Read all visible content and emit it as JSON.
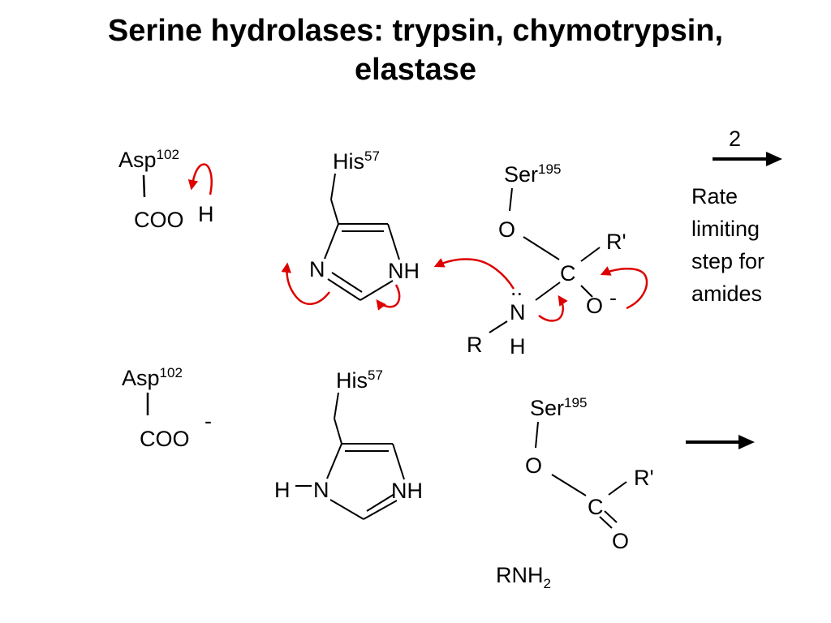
{
  "title": {
    "line1": "Serine hydrolases: trypsin, chymotrypsin,",
    "line2": "elastase"
  },
  "top": {
    "asp": {
      "name": "Asp",
      "num": "102",
      "group": "COO",
      "h": "H"
    },
    "his": {
      "name": "His",
      "num": "57",
      "n_left": "N",
      "n_right": "NH"
    },
    "tetrahedral": {
      "ser": {
        "name": "Ser",
        "num": "195"
      },
      "o": "O",
      "c": "C",
      "r_prime": "R'",
      "o_minus": "O",
      "minus": "-",
      "n": "N",
      "lone_pair": "..",
      "r": "R",
      "h": "H"
    },
    "step": {
      "number": "2",
      "note": [
        "Rate",
        "limiting",
        "step for",
        "amides"
      ]
    }
  },
  "bottom": {
    "asp": {
      "name": "Asp",
      "num": "102",
      "group": "COO",
      "charge": "-"
    },
    "his": {
      "name": "His",
      "num": "57",
      "h": "H",
      "n_left": "N",
      "n_right": "NH"
    },
    "acyl": {
      "ser": {
        "name": "Ser",
        "num": "195"
      },
      "o": "O",
      "c": "C",
      "r_prime": "R'",
      "carbonyl_o": "O"
    },
    "amine": {
      "base": "RNH",
      "sub": "2"
    }
  },
  "colors": {
    "ink": "#000000",
    "arrow_red": "#dd0000"
  }
}
